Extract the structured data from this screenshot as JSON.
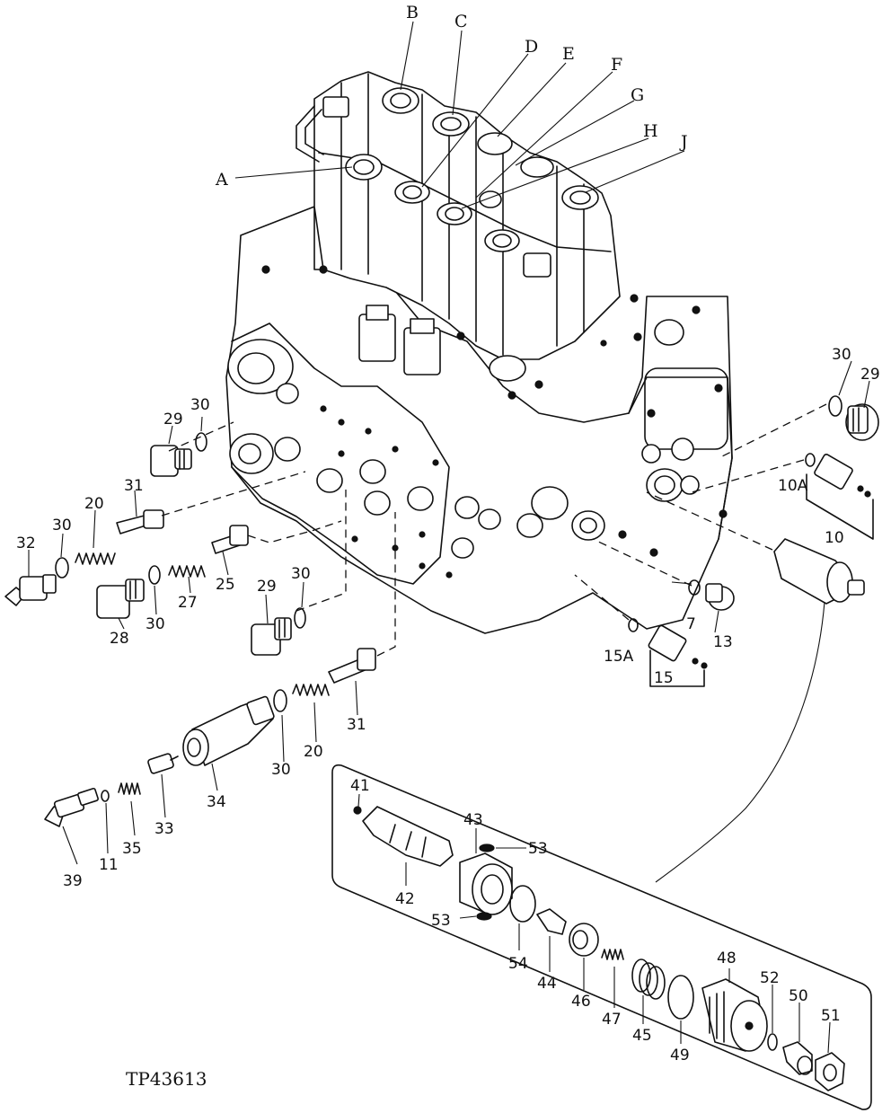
{
  "figure_id": "TP43613",
  "port_labels": [
    "A",
    "B",
    "C",
    "D",
    "E",
    "F",
    "G",
    "H",
    "J"
  ],
  "part_labels": {
    "p30_right": "30",
    "p29_right": "29",
    "p10a": "10A",
    "p10": "10",
    "p7": "7",
    "p13": "13",
    "p15a": "15A",
    "p15": "15",
    "p29_left": "29",
    "p30_left_top": "30",
    "p31_top": "31",
    "p20_top": "20",
    "p32": "32",
    "p30_left_mid": "30",
    "p28": "28",
    "p30_left_low": "30",
    "p27": "27",
    "p25": "25",
    "p29_mid": "29",
    "p30_mid": "30",
    "p31_low": "31",
    "p20_low": "20",
    "p30_low": "30",
    "p34": "34",
    "p39": "39",
    "p11": "11",
    "p35": "35",
    "p33": "33"
  },
  "inset_labels": {
    "p41": "41",
    "p43": "43",
    "p53_top": "53",
    "p42": "42",
    "p53_low": "53",
    "p54": "54",
    "p44": "44",
    "p46": "46",
    "p47": "47",
    "p45": "45",
    "p49": "49",
    "p48": "48",
    "p52": "52",
    "p50": "50",
    "p51": "51"
  }
}
